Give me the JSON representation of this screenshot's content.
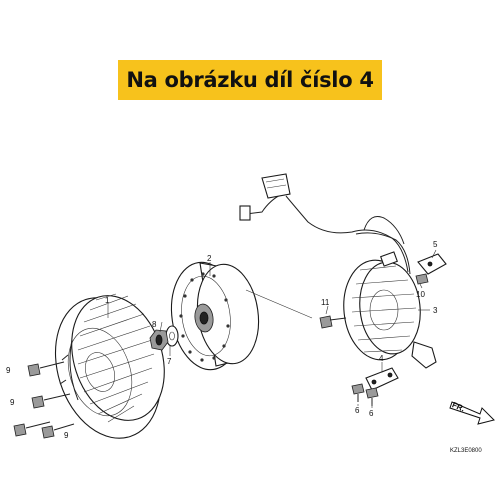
{
  "banner": {
    "text": "Na obrázku díl číslo 4",
    "color": "#f7c21c"
  },
  "callouts": {
    "c1": "1",
    "c2": "2",
    "c3": "3",
    "c4": "4",
    "c5": "5",
    "c6a": "6",
    "c6b": "6",
    "c7": "7",
    "c8": "8",
    "c9a": "9",
    "c9b": "9",
    "c9c": "9",
    "c10": "10",
    "c11": "11"
  },
  "direction_label": "FR.",
  "diagram_code": "KZL3E0800"
}
